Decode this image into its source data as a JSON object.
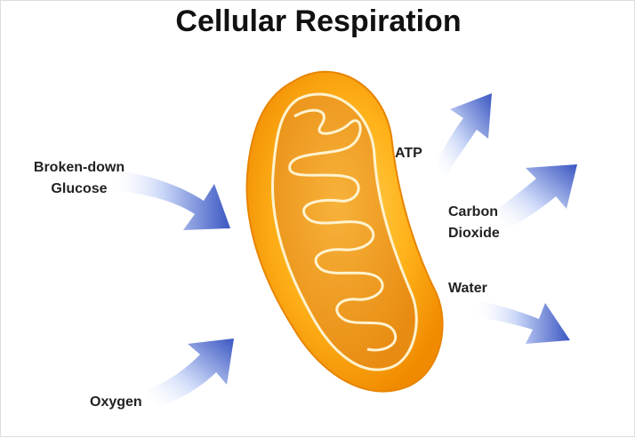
{
  "title": "Cellular Respiration",
  "labels": {
    "glucose": [
      "Broken-down",
      "Glucose"
    ],
    "oxygen": "Oxygen",
    "atp": "ATP",
    "carbon_dioxide": [
      "Carbon",
      "Dioxide"
    ],
    "water": "Water"
  },
  "colors": {
    "arrow_dark": "#3b57c2",
    "arrow_light": "#d9e3fb",
    "mito_outer": "#ffa000",
    "mito_inner": "#f5c04a",
    "cristae": "#fff3cf"
  }
}
